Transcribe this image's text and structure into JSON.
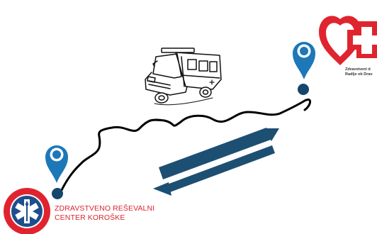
{
  "colors": {
    "pin": "#1c78b8",
    "pin_dot": "#15466e",
    "arrow": "#1d4f72",
    "route": "#000000",
    "red_logo": "#e0242f",
    "label_red": "#d8262f"
  },
  "icons": {
    "start_pin": "map-pin-icon",
    "end_pin": "map-pin-icon",
    "vehicle": "ambulance-icon",
    "arrows": "bidirectional-arrows-icon",
    "left_logo": "star-of-life-logo",
    "right_logo": "heart-cross-logo"
  },
  "left_logo": {
    "line1": "ZDRAVSTVENO REŠEVALNI",
    "line2": "CENTER KOROŠKE"
  },
  "right_logo": {
    "line1": "Zdravstveni d",
    "line2": "Radlje ob Drav"
  }
}
